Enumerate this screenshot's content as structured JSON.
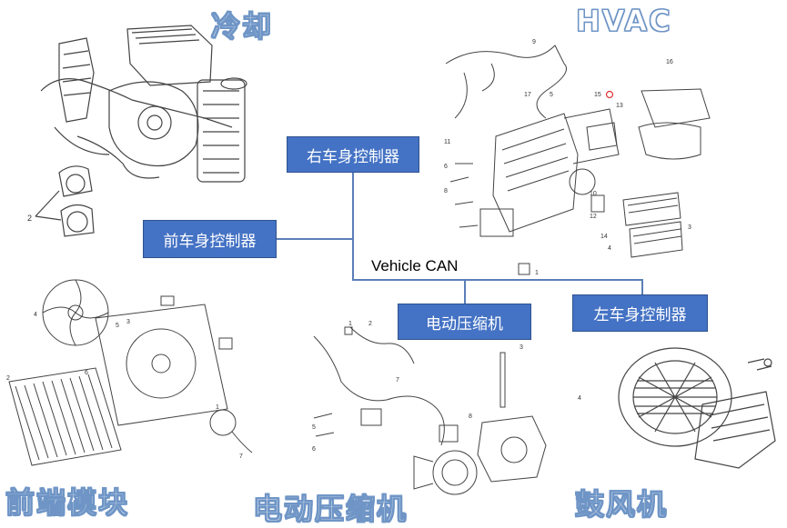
{
  "zones": {
    "cooling": "冷却",
    "hvac": "HVAC",
    "front_module": "前端模块",
    "e_compressor": "电动压缩机",
    "blower": "鼓风机"
  },
  "ecus": {
    "rbcm": "右车身控制器",
    "fbcm": "前车身控制器",
    "ecomp": "电动压缩机",
    "lbcm": "左车身控制器"
  },
  "bus": {
    "label": "Vehicle CAN"
  },
  "colors": {
    "ecu_fill": "#4472c4",
    "ecu_border": "#2f528f",
    "title_outline": "#6f95c6",
    "bus_line": "#5b7fb8",
    "drawing_stroke": "#444444"
  },
  "callouts": {
    "cooling": [
      "2"
    ],
    "hvac": [
      "9",
      "16",
      "17",
      "5",
      "15",
      "13",
      "11",
      "6",
      "8",
      "10",
      "12",
      "14",
      "4",
      "3",
      "1"
    ],
    "front_module": [
      "4",
      "5",
      "6",
      "3",
      "2",
      "1",
      "7"
    ],
    "e_compressor": [
      "1",
      "2",
      "3",
      "4",
      "5",
      "6",
      "7",
      "8"
    ]
  }
}
